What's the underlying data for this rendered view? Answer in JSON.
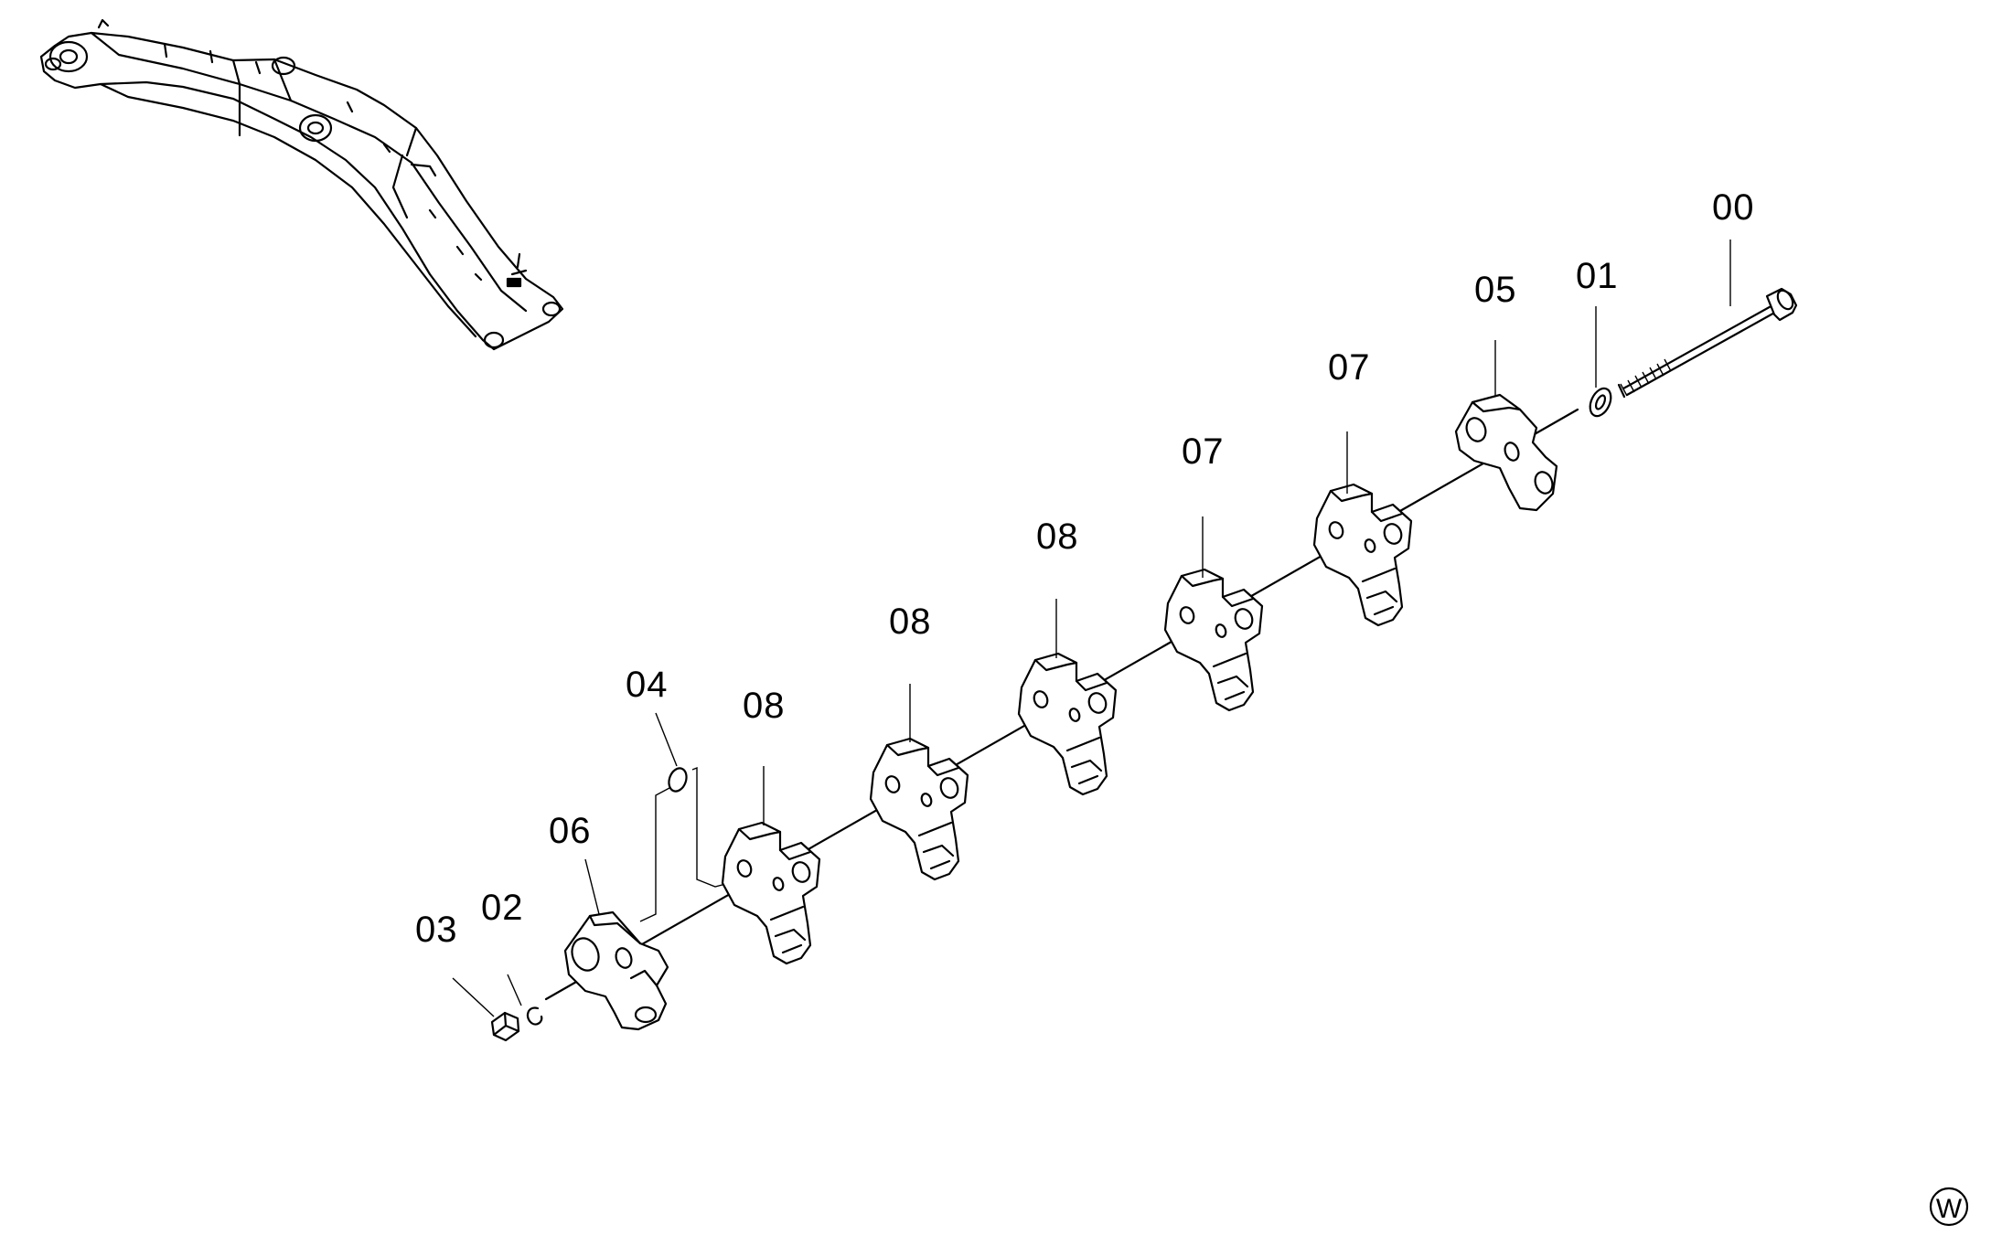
{
  "callouts": {
    "bolt": "00",
    "washer": "01",
    "ring": "02",
    "nut": "03",
    "oring": "04",
    "clamp_end_right": "05",
    "clamp_end_left": "06",
    "clamp_a": "07",
    "clamp_b": "07",
    "clamp_c": "08",
    "clamp_d": "08",
    "clamp_e": "08",
    "clamp_f": "08"
  },
  "mark": "W",
  "colors": {
    "ink": "#000000",
    "paper": "#ffffff"
  },
  "icons": [
    "excavator-arm-locator-icon",
    "clamp-block-icon",
    "bolt-icon",
    "washer-icon",
    "nut-icon",
    "o-ring-icon",
    "mark-circle-icon"
  ]
}
